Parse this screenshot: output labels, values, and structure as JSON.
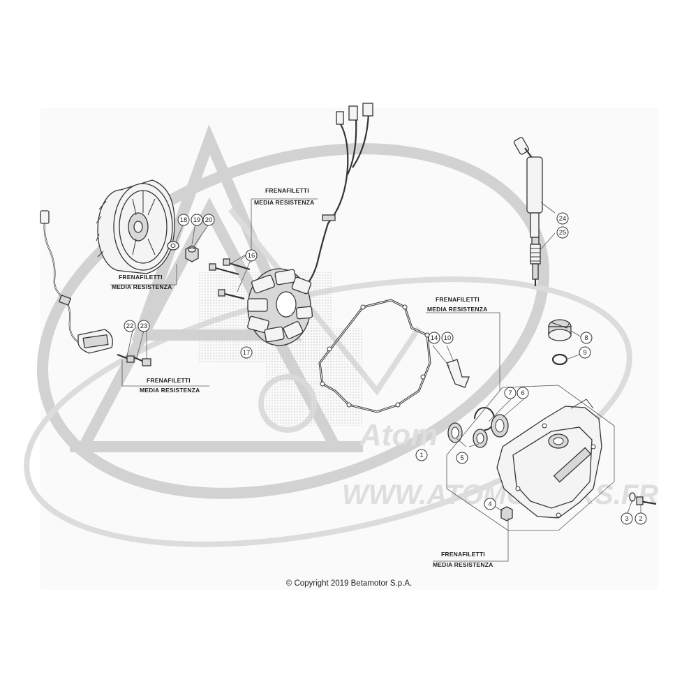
{
  "watermark": {
    "logo_text": "Atom",
    "url_text": "WWW.ATOMCHICKS.FR"
  },
  "notes": {
    "threadlock_line1": "FRENAFILETTI",
    "threadlock_line2": "MEDIA RESISTENZA"
  },
  "callouts": [
    "1",
    "2",
    "3",
    "4",
    "5",
    "6",
    "7",
    "8",
    "9",
    "10",
    "14",
    "16",
    "17",
    "18",
    "19",
    "20",
    "22",
    "23",
    "24",
    "25"
  ],
  "copyright": "© Copyright 2019 Betamotor S.p.A."
}
